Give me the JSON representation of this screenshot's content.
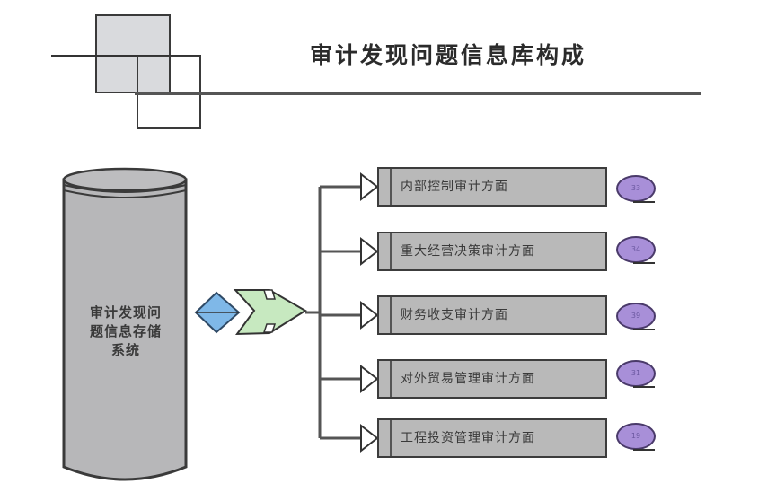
{
  "header": {
    "title": "审计发现问题信息库构成"
  },
  "storage": {
    "label": "审计发现问题信息存储系统",
    "label_lines": [
      "审计发现问",
      "题信息存储",
      "系统"
    ]
  },
  "connector": {
    "diamond_label": "",
    "diamond_color": "#7fb8e8",
    "arrow_color": "#c7e9c0"
  },
  "categories": [
    {
      "label": "内部控制审计方面",
      "count": "33"
    },
    {
      "label": "重大经营决策审计方面",
      "count": "34"
    },
    {
      "label": "财务收支审计方面",
      "count": "39"
    },
    {
      "label": "对外贸易管理审计方面",
      "count": "31"
    },
    {
      "label": "工程投资管理审计方面",
      "count": "19"
    }
  ],
  "colors": {
    "box_fill": "#b9b9b9",
    "badge_fill": "#a88fd8",
    "cylinder_fill": "#b7b7b9"
  }
}
